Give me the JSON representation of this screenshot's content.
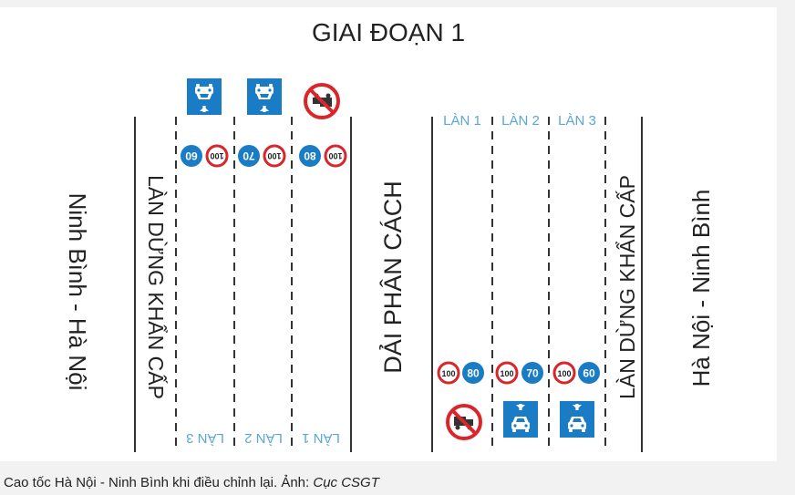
{
  "diagram": {
    "title": "GIAI ĐOẠN 1",
    "left_direction": "Ninh Bình - Hà Nội",
    "right_direction": "Hà Nội - Ninh Bình",
    "left_shoulder": "LÀN DỪNG KHẨN CẤP",
    "right_shoulder": "LÀN DỪNG KHẨN CẤP",
    "median": "DẢI PHÂN CÁCH",
    "left_lanes": [
      "LÀN 1",
      "LÀN 2",
      "LÀN 3"
    ],
    "right_lanes": [
      "LÀN 1",
      "LÀN 2",
      "LÀN 3"
    ],
    "left_speed_signs": [
      {
        "min": "60",
        "max": "100"
      },
      {
        "min": "70",
        "max": "100"
      },
      {
        "min": "80",
        "max": "100"
      }
    ],
    "right_speed_signs": [
      {
        "max": "100",
        "min": "80"
      },
      {
        "max": "100",
        "min": "70"
      },
      {
        "max": "100",
        "min": "60"
      }
    ],
    "left_lane_signs": [
      "car-lane-sign-icon",
      "car-lane-sign-icon",
      "no-trucks-sign-icon"
    ],
    "right_lane_signs": [
      "no-trucks-sign-icon",
      "car-lane-sign-icon",
      "car-lane-sign-icon"
    ],
    "colors": {
      "blue": "#1a7cc4",
      "lane_text": "#5aa6d6",
      "red": "#d9262b",
      "text": "#222222"
    }
  },
  "caption": {
    "text": "Cao tốc Hà Nội - Ninh Bình khi điều chỉnh lại. Ảnh: ",
    "source": "Cục CSGT"
  }
}
